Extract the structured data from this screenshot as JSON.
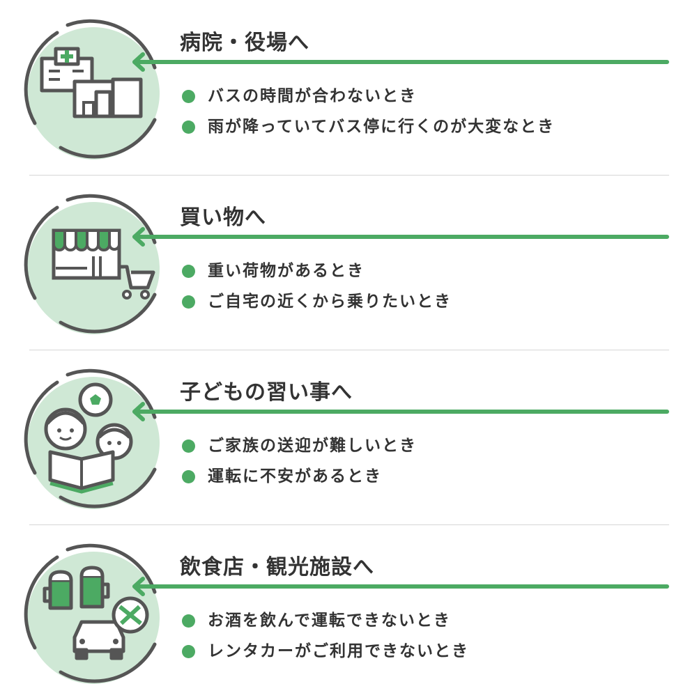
{
  "accent_color": "#4caa63",
  "circle_fill": "#cfe8d5",
  "sections": [
    {
      "title": "病院・役場へ",
      "icon": "hospital-building-icon",
      "bullets": [
        "バスの時間が合わないとき",
        "雨が降っていてバス停に行くのが大変なとき"
      ]
    },
    {
      "title": "買い物へ",
      "icon": "shop-cart-icon",
      "bullets": [
        "重い荷物があるとき",
        "ご自宅の近くから乗りたいとき"
      ]
    },
    {
      "title": "子どもの習い事へ",
      "icon": "children-ball-book-icon",
      "bullets": [
        "ご家族の送迎が難しいとき",
        "運転に不安があるとき"
      ]
    },
    {
      "title": "飲食店・観光施設へ",
      "icon": "drinks-car-no-drink-icon",
      "bullets": [
        "お酒を飲んで運転できないとき",
        "レンタカーがご利用できないとき"
      ]
    }
  ]
}
